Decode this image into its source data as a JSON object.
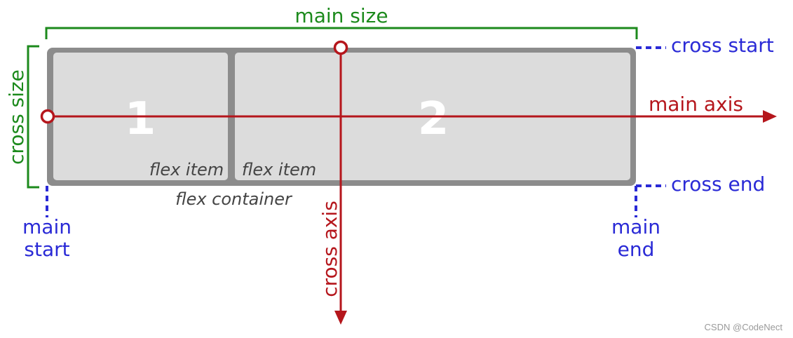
{
  "labels": {
    "main_size": "main size",
    "cross_size": "cross size",
    "cross_start": "cross start",
    "cross_end": "cross end",
    "main_axis": "main axis",
    "cross_axis": "cross axis",
    "main_start_1": "main",
    "main_start_2": "start",
    "main_end_1": "main",
    "main_end_2": "end",
    "flex_container": "flex container"
  },
  "items": [
    {
      "number": "1",
      "label": "flex item"
    },
    {
      "number": "2",
      "label": "flex item"
    }
  ],
  "watermark": "CSDN @CodeNect",
  "colors": {
    "green": "#1c8a1c",
    "blue": "#2a2ad6",
    "red": "#b5161c",
    "container_border": "#8c8c8c",
    "item_fill": "#dcdcdc"
  }
}
